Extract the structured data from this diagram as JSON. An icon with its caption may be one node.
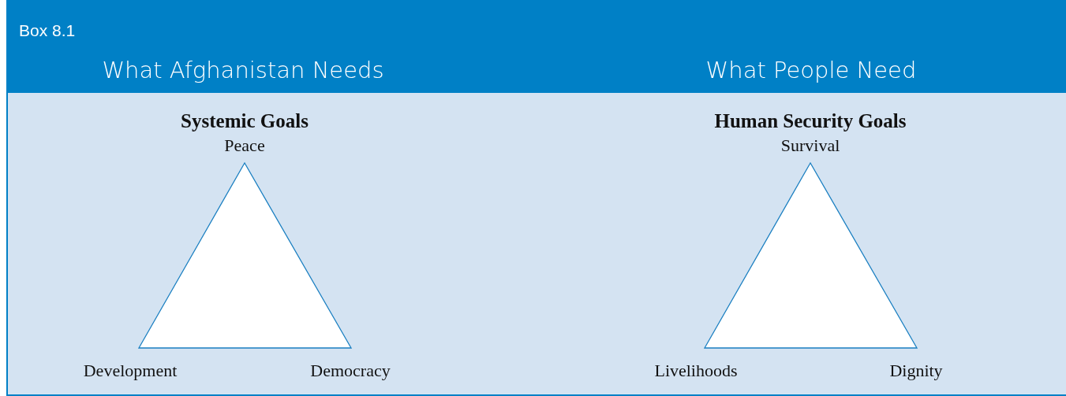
{
  "diagram": {
    "title": "Box 8.1",
    "nodes": [
      {
        "text": [
          "Systemic Goals"
        ],
        "beside": [
          "Peace",
          "Development",
          "Democracy"
        ]
      },
      {
        "text": [
          "Human Security Goals"
        ],
        "beside": [
          "Survival",
          "Livelihoods",
          "Dignity"
        ]
      }
    ],
    "labels": [
      "What Afghanistan Needs",
      "What People Need"
    ]
  }
}
